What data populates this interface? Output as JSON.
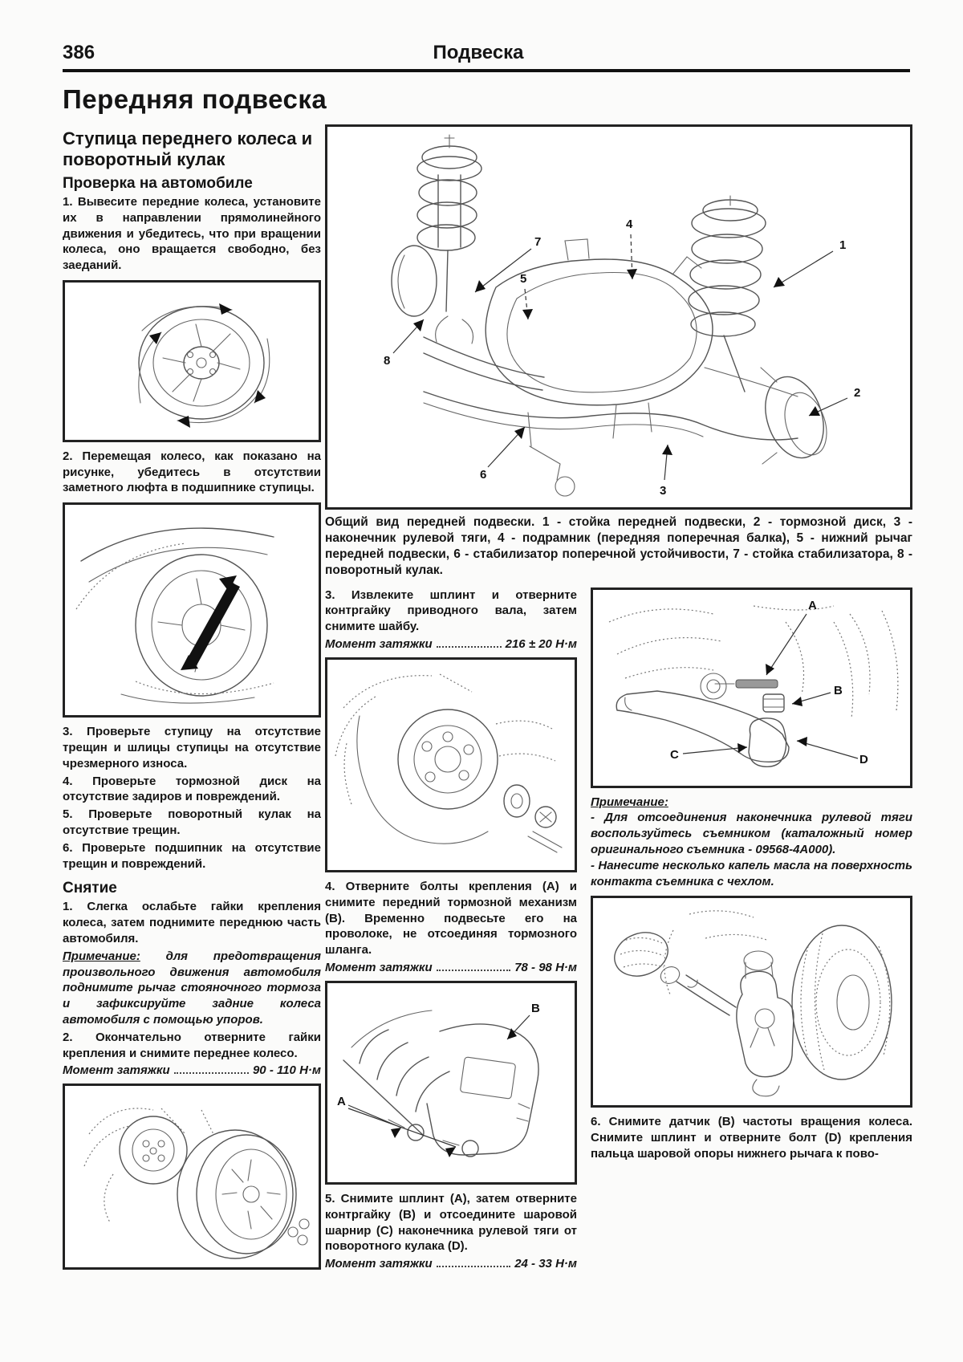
{
  "page": {
    "number": "386",
    "header": "Подвеска",
    "title": "Передняя подвеска"
  },
  "left": {
    "heading": "Ступица переднего колеса и поворотный кулак",
    "check_heading": "Проверка на автомобиле",
    "p1": "1. Вывесите передние колеса, установите их в направлении прямолинейного движения и убедитесь, что при вращении колеса, оно вращается свободно, без заеданий.",
    "p2": "2. Перемещая колесо, как показано на рисунке, убедитесь в отсутствии заметного люфта в подшипнике ступицы.",
    "p3": "3. Проверьте ступицу на отсутствие трещин и шлицы ступицы на отсутствие чрезмерного износа.",
    "p4": "4. Проверьте тормозной диск на отсутствие задиров и повреждений.",
    "p5": "5. Проверьте поворотный кулак на отсутствие трещин.",
    "p6": "6. Проверьте подшипник на отсутствие трещин и повреждений.",
    "removal_heading": "Снятие",
    "r1": "1. Слегка ослабьте гайки крепления колеса, затем поднимите переднюю часть автомобиля.",
    "note_label": "Примечание:",
    "note_text": "для предотвращения произвольного движения автомобиля поднимите рычаг стояночного тормоза и зафиксируйте задние колеса автомобиля с помощью упоров.",
    "r2": "2. Окончательно отверните гайки крепления и снимите переднее колесо.",
    "torque_label": "Момент затяжки",
    "torque_value": "90 - 110 Н·м"
  },
  "diagram": {
    "caption": "Общий вид передней подвески. 1 - стойка передней подвески, 2 - тормозной диск, 3 - наконечник рулевой тяги, 4 - подрамник (передняя поперечная балка), 5 - нижний рычаг передней подвески, 6 - стабилизатор поперечной устойчивости, 7 - стойка стабилизатора, 8 - поворотный кулак.",
    "callouts": [
      "1",
      "2",
      "3",
      "4",
      "5",
      "6",
      "7",
      "8"
    ]
  },
  "middle": {
    "s3": "3. Извлеките шплинт и отверните контргайку приводного вала, затем снимите шайбу.",
    "s3_torque_label": "Момент затяжки",
    "s3_torque_value": "216 ± 20 Н·м",
    "s4": "4. Отверните болты крепления (А) и снимите передний тормозной механизм (В). Временно подвесьте его на проволоке, не отсоединяя тормозного шланга.",
    "s4_torque_label": "Момент затяжки",
    "s4_torque_value": "78 - 98 Н·м",
    "s5": "5. Снимите шплинт (А), затем отверните контргайку (В) и отсоедините шаровой шарнир (С) наконечника рулевой тяги от поворотного кулака (D).",
    "s5_torque_label": "Момент затяжки",
    "s5_torque_value": "24 - 33 Н·м"
  },
  "right": {
    "note_label": "Примечание:",
    "note1": "- Для отсоединения наконечника рулевой тяги воспользуйтесь съемником (каталожный номер оригинального съемника - 09568-4А000).",
    "note2": "- Нанесите несколько капель масла на поверхность контакта съемника с чехлом.",
    "s6": "6. Снимите датчик (В) частоты вращения колеса. Снимите шплинт и отверните болт (D) крепления пальца шаровой опоры нижнего рычага к пово-"
  },
  "labels": {
    "A": "A",
    "B": "B",
    "C": "C",
    "D": "D"
  }
}
